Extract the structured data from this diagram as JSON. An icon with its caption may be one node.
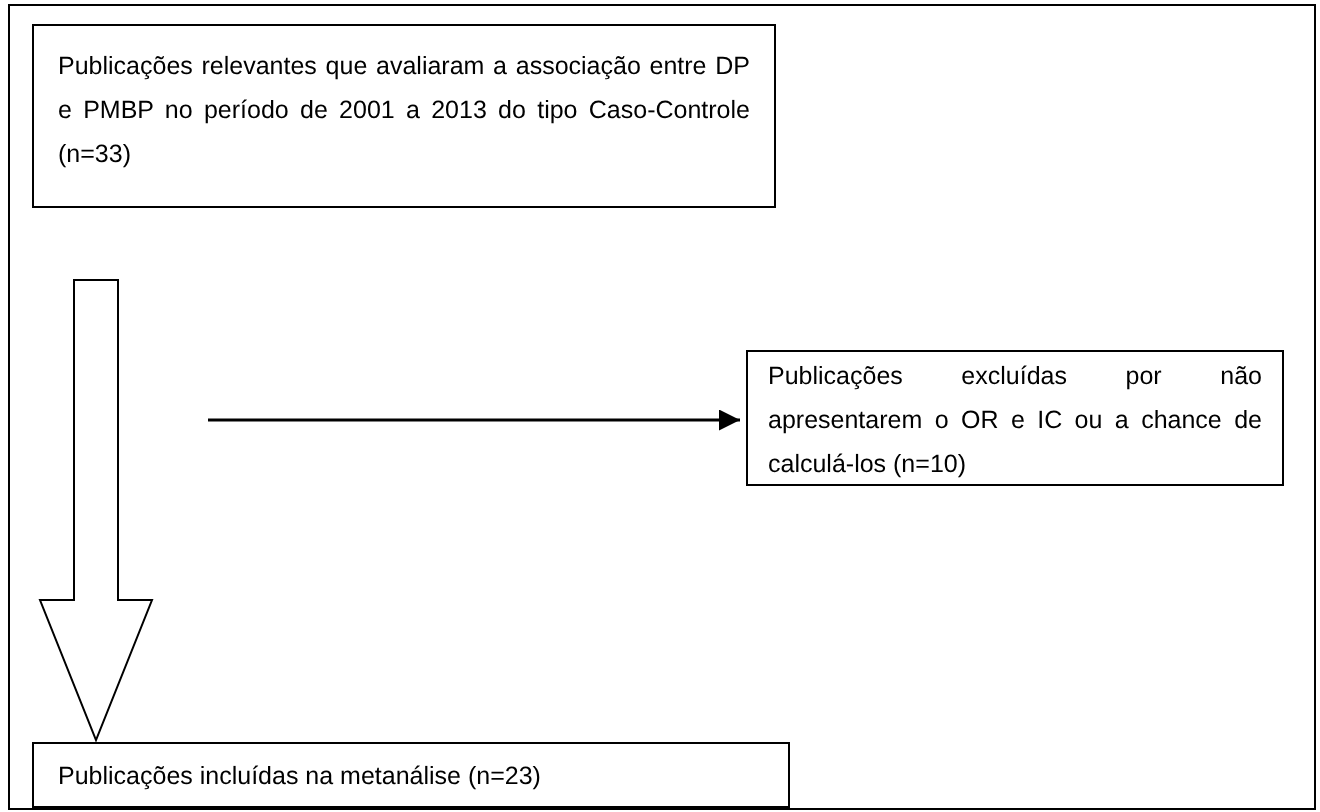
{
  "diagram": {
    "nodes": [
      {
        "text": [
          "Publicações relevantes que avaliaram a associação entre DP e PMBP no período de 2001 a 2013 do tipo Caso-Controle (n=33)"
        ]
      },
      {
        "text": [
          "Publicações excluídas por não apresentarem o OR e IC ou a chance de calculá-los (n=10)"
        ]
      },
      {
        "text": [
          "Publicações incluídas na metanálise (n=23)"
        ]
      }
    ],
    "edges": [
      {
        "from": 0,
        "to": 2,
        "arrow": "to",
        "style": "thick"
      },
      {
        "from": null,
        "to": 1,
        "arrow": "to"
      }
    ]
  }
}
